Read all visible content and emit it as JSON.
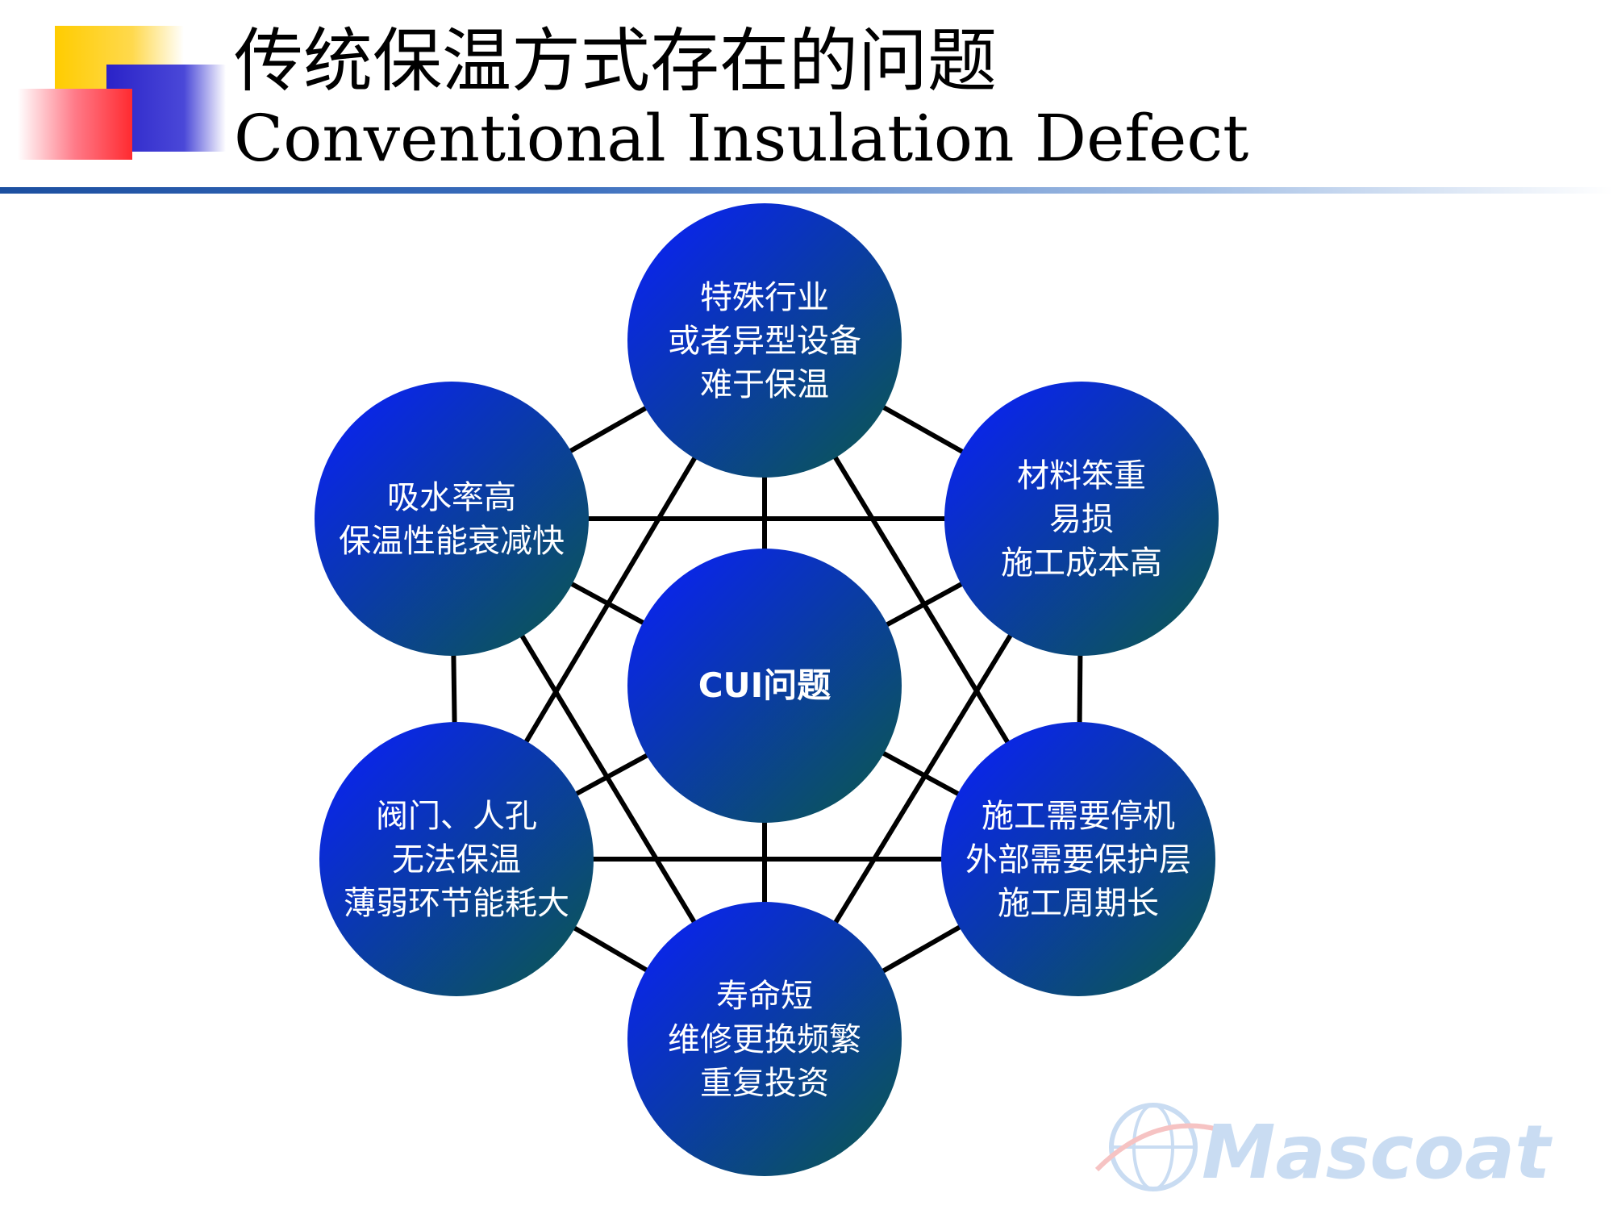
{
  "header": {
    "title_zh": "传统保温方式存在的问题",
    "title_en": "Conventional Insulation Defect"
  },
  "diagram": {
    "center": {
      "label": "CUI问题"
    },
    "nodes": [
      {
        "id": "top",
        "lines": [
          "特殊行业",
          "或者异型设备",
          "难于保温"
        ]
      },
      {
        "id": "upper-right",
        "lines": [
          "材料笨重",
          "易损",
          "施工成本高"
        ]
      },
      {
        "id": "lower-right",
        "lines": [
          "施工需要停机",
          "外部需要保护层",
          "施工周期长"
        ]
      },
      {
        "id": "bottom",
        "lines": [
          "寿命短",
          "维修更换频繁",
          "重复投资"
        ]
      },
      {
        "id": "lower-left",
        "lines": [
          "阀门、人孔",
          "无法保温",
          "薄弱环节能耗大"
        ]
      },
      {
        "id": "upper-left",
        "lines": [
          "吸水率高",
          "保温性能衰减快"
        ]
      }
    ],
    "colors": {
      "node_top": "#0a1eff",
      "node_bottom": "#0b5a4a",
      "line": "#000000"
    }
  },
  "brand": {
    "name": "Mascoat"
  }
}
